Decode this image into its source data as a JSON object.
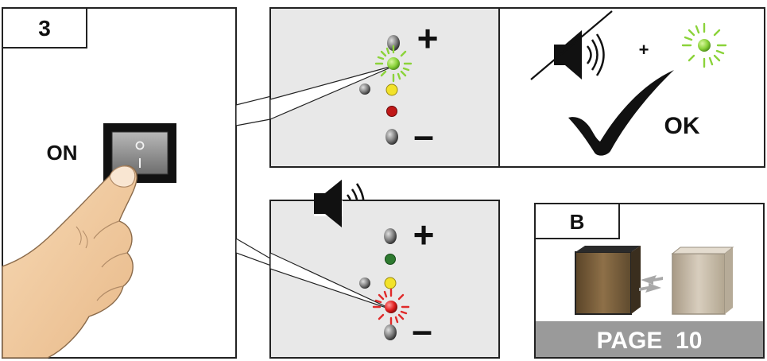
{
  "step": {
    "number": "3"
  },
  "switch_panel": {
    "on_label": "ON",
    "switch_symbol": "I/O"
  },
  "led_panel_top": {
    "plus_sign": "+",
    "minus_sign": "–",
    "active_led": "green-blinking"
  },
  "result_panel": {
    "muted_speaker_icon": "speaker-muted-icon",
    "plus_sign": "+",
    "blink_icon": "green-blink-icon",
    "check_icon": "checkmark-icon",
    "ok_label": "OK"
  },
  "led_panel_bottom": {
    "speaker_icon": "speaker-sound-icon",
    "plus_sign": "+",
    "minus_sign": "–",
    "active_led": "red-blinking"
  },
  "reference_panel": {
    "letter": "B",
    "swap_icon": "swap-arrows-icon",
    "page_label": "PAGE  10"
  },
  "colors": {
    "led_green": "#8bd33a",
    "led_green_dark": "#2e7a30",
    "led_yellow": "#f2e22a",
    "led_red": "#c01818",
    "led_grey": "#8a8a8a",
    "panel_grey": "#e8e8e8",
    "page_bar": "#9a9a9a"
  }
}
